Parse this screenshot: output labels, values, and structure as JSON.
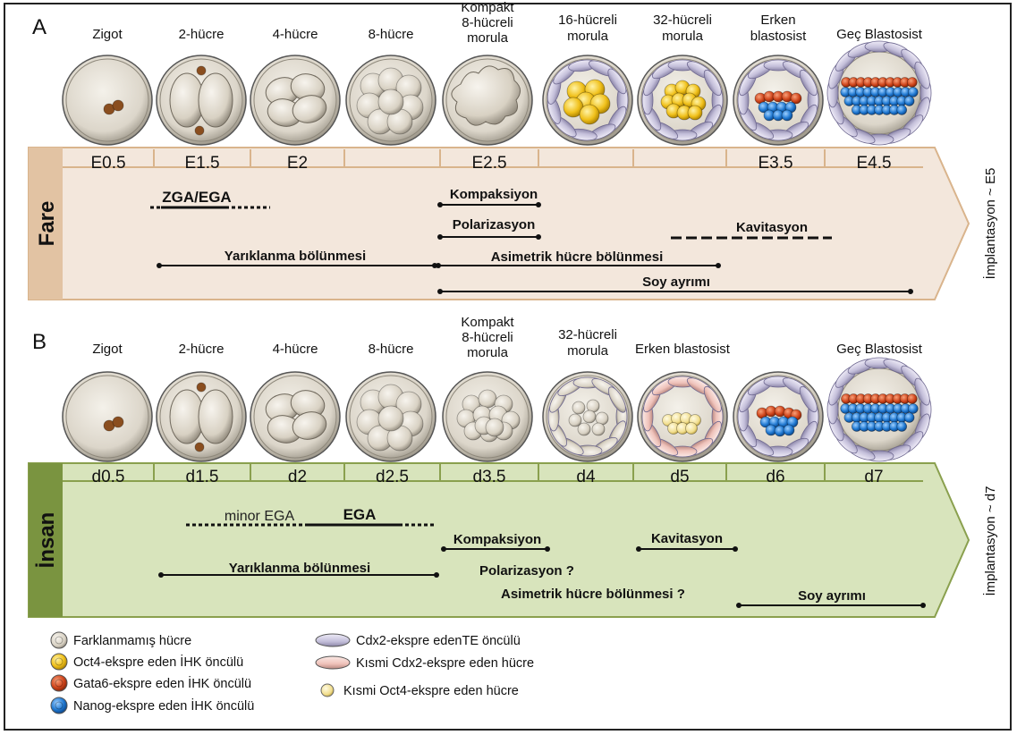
{
  "panel_a": {
    "letter": "A",
    "stages": [
      {
        "label": [
          "Zigot"
        ]
      },
      {
        "label": [
          "2-hücre"
        ]
      },
      {
        "label": [
          "4-hücre"
        ]
      },
      {
        "label": [
          "8-hücre"
        ]
      },
      {
        "label": [
          "Kompakt",
          "8-hücreli",
          "morula"
        ]
      },
      {
        "label": [
          "16-hücreli",
          "morula"
        ]
      },
      {
        "label": [
          "32-hücreli",
          "morula"
        ]
      },
      {
        "label": [
          "Erken",
          "blastosist"
        ]
      },
      {
        "label": [
          "Geç Blastosist"
        ]
      }
    ],
    "species": "Fare",
    "days": [
      "E0.5",
      "E1.5",
      "E2",
      "",
      "E2.5",
      "",
      "",
      "E3.5",
      "E4.5"
    ],
    "events": {
      "zga": "ZGA/EGA",
      "compaction": "Kompaksiyon",
      "polarization": "Polarizasyon",
      "cavitation": "Kavitasyon",
      "cleavage": "Yarıklanma bölünmesi",
      "asymmetric": "Asimetrik hücre bölünmesi",
      "lineage": "Soy ayrımı"
    },
    "implantation": "İmplantasyon ~ E5",
    "colors": {
      "arrow_fill": "#f3e7dc",
      "band_fill": "#e2c3a3",
      "edge": "#d9b48c"
    }
  },
  "panel_b": {
    "letter": "B",
    "stages": [
      {
        "label": [
          "Zigot"
        ]
      },
      {
        "label": [
          "2-hücre"
        ]
      },
      {
        "label": [
          "4-hücre"
        ]
      },
      {
        "label": [
          "8-hücre"
        ]
      },
      {
        "label": [
          "Kompakt",
          "8-hücreli",
          "morula"
        ]
      },
      {
        "label": [
          "32-hücreli",
          "morula"
        ]
      },
      {
        "label": [
          "Erken blastosist"
        ]
      },
      {
        "label": []
      },
      {
        "label": [
          "Geç Blastosist"
        ]
      }
    ],
    "species": "İnsan",
    "days": [
      "d0.5",
      "d1.5",
      "d2",
      "d2.5",
      "d3.5",
      "d4",
      "d5",
      "d6",
      "d7"
    ],
    "events": {
      "minor_ega": "minor EGA",
      "ega": "EGA",
      "compaction": "Kompaksiyon",
      "cavitation": "Kavitasyon",
      "cleavage": "Yarıklanma bölünmesi",
      "polarization": "Polarizasyon ?",
      "asymmetric": "Asimetrik hücre bölünmesi ?",
      "lineage": "Soy ayrımı"
    },
    "implantation": "İmplantasyon ~ d7",
    "colors": {
      "arrow_fill": "#d8e4bc",
      "band_fill": "#7a9440",
      "edge": "#8aa04e"
    }
  },
  "legend": [
    {
      "icon": "undifferentiated-cell-icon",
      "text": "Farklanmamış hücre",
      "color": "#e9e2d4"
    },
    {
      "icon": "oct4-cell-icon",
      "text": "Oct4-ekspre eden İHK öncülü",
      "color": "#f3c21b"
    },
    {
      "icon": "gata6-cell-icon",
      "text": "Gata6-ekspre eden İHK öncülü",
      "color": "#d0451b"
    },
    {
      "icon": "nanog-cell-icon",
      "text": "Nanog-ekspre eden İHK öncülü",
      "color": "#1f78d1"
    },
    {
      "icon": "cdx2-te-icon",
      "text": "Cdx2-ekspre edenTE öncülü",
      "color": "#c9c4dd"
    },
    {
      "icon": "partial-cdx2-icon",
      "text": "Kısmi Cdx2-ekspre eden hücre",
      "color": "#f0c9c2"
    },
    {
      "icon": "partial-oct4-icon",
      "text": "Kısmi Oct4-ekspre eden hücre",
      "color": "#f5e6a3"
    }
  ]
}
